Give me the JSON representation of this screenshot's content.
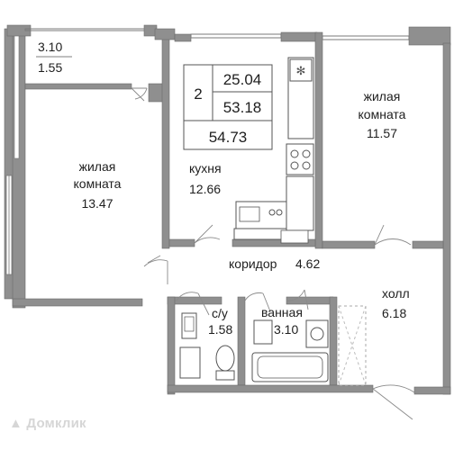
{
  "summary": {
    "rooms_count": "2",
    "living_area": "25.04",
    "other_area": "53.18",
    "total_area": "54.73"
  },
  "balcony": {
    "area_a": "3.10",
    "area_b": "1.55"
  },
  "rooms": [
    {
      "id": "living-left",
      "name_line1": "жилая",
      "name_line2": "комната",
      "area": "13.47"
    },
    {
      "id": "living-right",
      "name_line1": "жилая",
      "name_line2": "комната",
      "area": "11.57"
    },
    {
      "id": "kitchen",
      "name_line1": "кухня",
      "area": "12.66"
    },
    {
      "id": "corridor",
      "name_line1": "коридор",
      "area": "4.62"
    },
    {
      "id": "hall",
      "name_line1": "холл",
      "area": "6.18"
    },
    {
      "id": "wc",
      "name_line1": "с/у",
      "area": "1.58"
    },
    {
      "id": "bathroom",
      "name_line1": "ванная",
      "area": "3.10"
    }
  ],
  "watermark": {
    "text": "Домклик"
  },
  "colors": {
    "wall": "#8f8f8f",
    "line": "#7a7a7a",
    "text": "#1e1e1e"
  }
}
